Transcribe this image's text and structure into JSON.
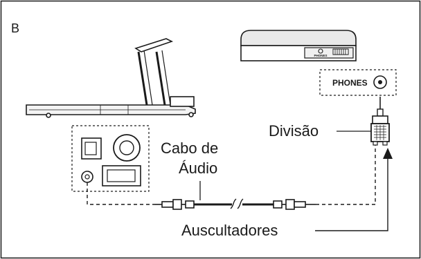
{
  "panel_label": "B",
  "labels": {
    "audio_cable_line1": "Cabo de",
    "audio_cable_line2": "Áudio",
    "splitter": "Divisão",
    "headphones": "Auscultadores",
    "phones_jack": "PHONES",
    "device_small_label": "PHONES"
  },
  "icons": [
    "treadmill-icon",
    "console-panel-icon",
    "audio-cable-icon",
    "splitter-icon",
    "portable-player-icon",
    "phones-jack-icon",
    "arrow-up-icon"
  ]
}
